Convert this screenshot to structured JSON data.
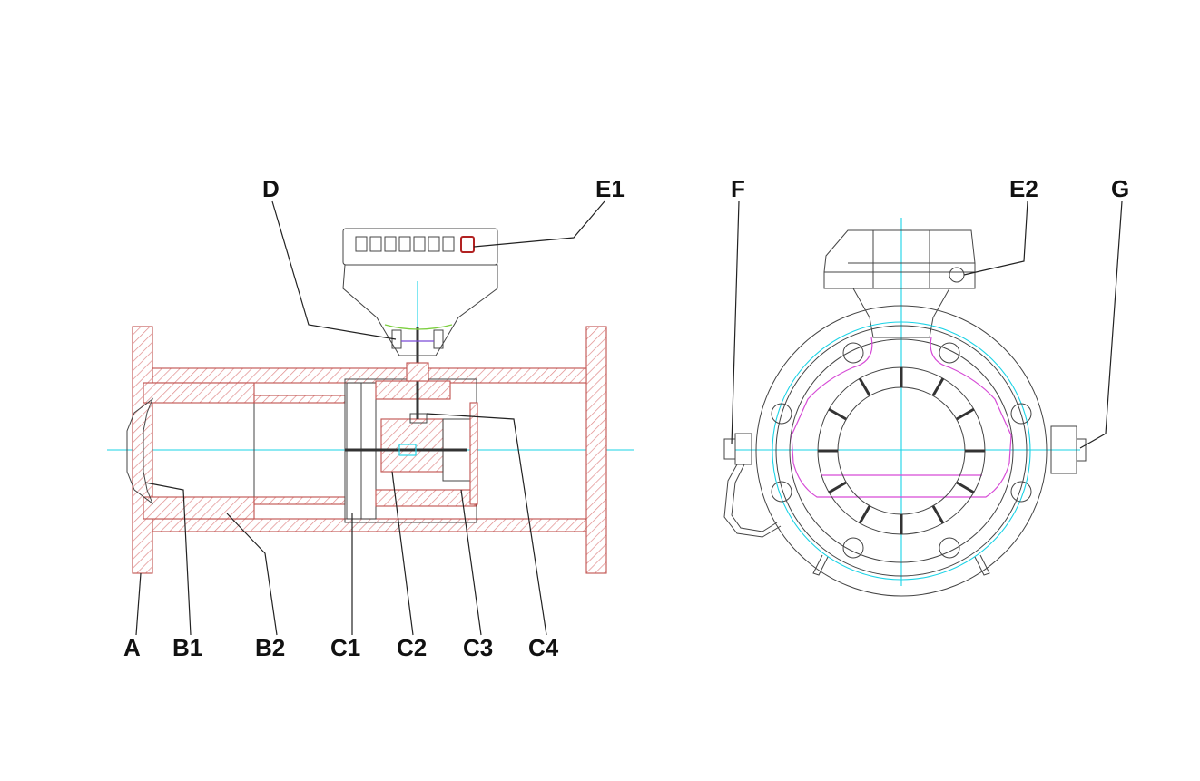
{
  "labels": {
    "a": "A",
    "b1": "B1",
    "b2": "B2",
    "c1": "C1",
    "c2": "C2",
    "c3": "C3",
    "c4": "C4",
    "d": "D",
    "e1": "E1",
    "e2": "E2",
    "f": "F",
    "g": "G"
  },
  "colors": {
    "hatch": "#e08a8a",
    "centerline": "#19d3e6",
    "profile": "#d64bd6",
    "outline": "#333333"
  }
}
